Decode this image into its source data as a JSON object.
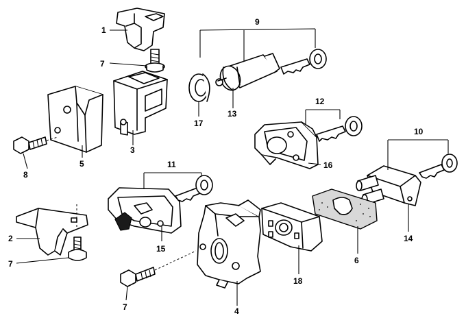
{
  "callouts": {
    "c1": "1",
    "c7a": "7",
    "c5": "5",
    "c3": "3",
    "c8": "8",
    "c9": "9",
    "c17": "17",
    "c13": "13",
    "c12": "12",
    "c16": "16",
    "c10": "10",
    "c11": "11",
    "c2": "2",
    "c7b": "7",
    "c15": "15",
    "c6": "6",
    "c14": "14",
    "c18": "18",
    "c7c": "7",
    "c4": "4"
  },
  "colors": {
    "line": "#000000",
    "background": "#ffffff",
    "gasket": "#d8d8d8"
  }
}
